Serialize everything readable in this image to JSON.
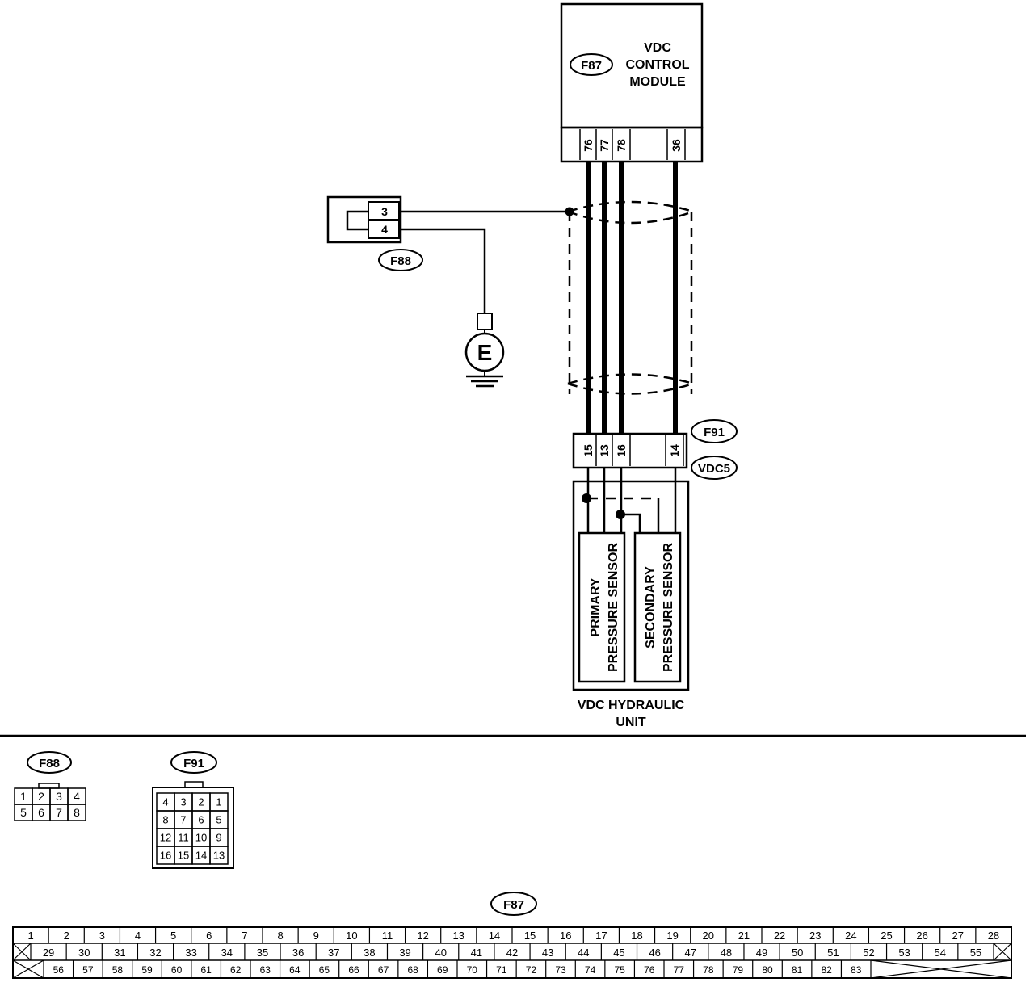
{
  "module": {
    "connector": "F87",
    "name_lines": [
      "VDC",
      "CONTROL",
      "MODULE"
    ],
    "pins": [
      "76",
      "77",
      "78",
      "36"
    ]
  },
  "ground_connector": {
    "connector": "F88",
    "pins": [
      "3",
      "4"
    ],
    "ground_symbol": "E"
  },
  "hydraulic_unit": {
    "connectors": [
      "F91",
      "VDC5"
    ],
    "pins": [
      "15",
      "13",
      "16",
      "14"
    ],
    "sensor_primary": [
      "PRIMARY",
      "PRESSURE SENSOR"
    ],
    "sensor_secondary": [
      "SECONDARY",
      "PRESSURE SENSOR"
    ],
    "name_lines": [
      "VDC HYDRAULIC",
      "UNIT"
    ]
  },
  "connector_views": {
    "f88": {
      "label": "F88",
      "rows": [
        [
          "1",
          "2",
          "3",
          "4"
        ],
        [
          "5",
          "6",
          "7",
          "8"
        ]
      ]
    },
    "f91": {
      "label": "F91",
      "rows": [
        [
          "4",
          "3",
          "2",
          "1"
        ],
        [
          "8",
          "7",
          "6",
          "5"
        ],
        [
          "12",
          "11",
          "10",
          "9"
        ],
        [
          "16",
          "15",
          "14",
          "13"
        ]
      ]
    },
    "f87": {
      "label": "F87",
      "row1": [
        "1",
        "2",
        "3",
        "4",
        "5",
        "6",
        "7",
        "8",
        "9",
        "10",
        "11",
        "12",
        "13",
        "14",
        "15",
        "16",
        "17",
        "18",
        "19",
        "20",
        "21",
        "22",
        "23",
        "24",
        "25",
        "26",
        "27",
        "28"
      ],
      "row2": [
        "29",
        "30",
        "31",
        "32",
        "33",
        "34",
        "35",
        "36",
        "37",
        "38",
        "39",
        "40",
        "41",
        "42",
        "43",
        "44",
        "45",
        "46",
        "47",
        "48",
        "49",
        "50",
        "51",
        "52",
        "53",
        "54",
        "55"
      ],
      "row3": [
        "56",
        "57",
        "58",
        "59",
        "60",
        "61",
        "62",
        "63",
        "64",
        "65",
        "66",
        "67",
        "68",
        "69",
        "70",
        "71",
        "72",
        "73",
        "74",
        "75",
        "76",
        "77",
        "78",
        "79",
        "80",
        "81",
        "82",
        "83"
      ]
    }
  }
}
